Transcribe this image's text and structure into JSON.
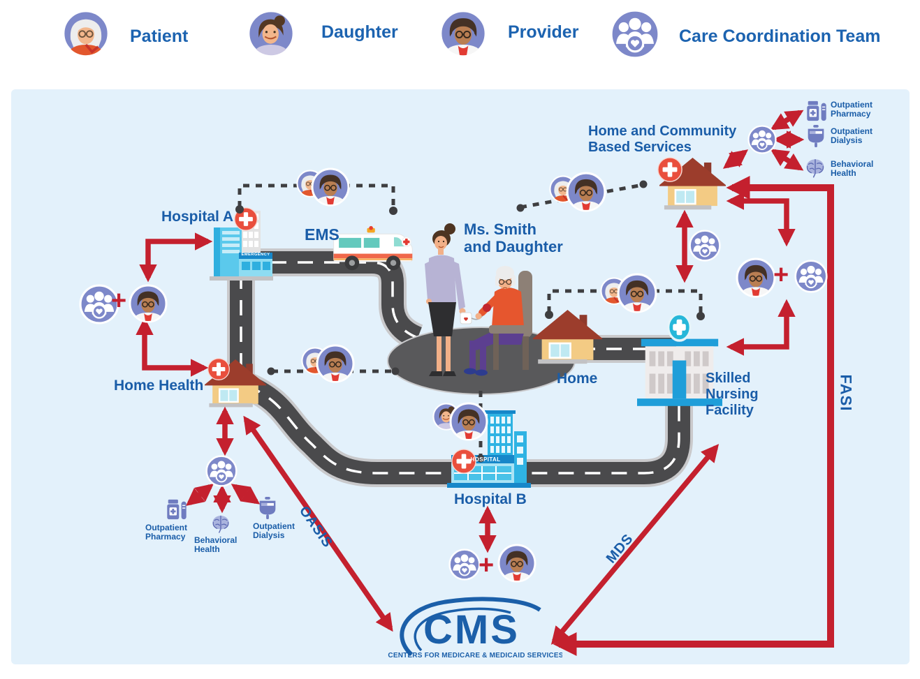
{
  "legend": {
    "items": [
      {
        "id": "patient",
        "label": "Patient"
      },
      {
        "id": "daughter",
        "label": "Daughter"
      },
      {
        "id": "provider",
        "label": "Provider"
      },
      {
        "id": "care_team",
        "label": "Care Coordination Team"
      }
    ]
  },
  "locations": {
    "hospital_a": {
      "label": "Hospital A",
      "sign": "EMERGENCY"
    },
    "ems": {
      "label": "EMS"
    },
    "patient_scene": {
      "line1": "Ms. Smith",
      "line2": "and Daughter"
    },
    "hcbs": {
      "line1": "Home and Community",
      "line2": "Based Services"
    },
    "home": {
      "label": "Home"
    },
    "snf": {
      "line1": "Skilled",
      "line2": "Nursing",
      "line3": "Facility"
    },
    "home_health": {
      "label": "Home Health"
    },
    "hospital_b": {
      "label": "Hospital B",
      "sign": "HOSPITAL"
    }
  },
  "services": {
    "top_right": [
      {
        "id": "outpatient-pharmacy",
        "line1": "Outpatient",
        "line2": "Pharmacy"
      },
      {
        "id": "outpatient-dialysis",
        "line1": "Outpatient",
        "line2": "Dialysis"
      },
      {
        "id": "behavioral-health",
        "line1": "Behavioral",
        "line2": "Health"
      }
    ],
    "bottom_left": [
      {
        "id": "outpatient-pharmacy",
        "line1": "Outpatient",
        "line2": "Pharmacy"
      },
      {
        "id": "behavioral-health",
        "line1": "Behavioral",
        "line2": "Health"
      },
      {
        "id": "outpatient-dialysis",
        "line1": "Outpatient",
        "line2": "Dialysis"
      }
    ]
  },
  "assessments": {
    "oasis": "OASIS",
    "mds": "MDS",
    "fasi": "FASI"
  },
  "cms_logo": {
    "acronym": "CMS",
    "tagline": "CENTERS FOR MEDICARE & MEDICAID SERVICES"
  },
  "symbols": {
    "plus": "+"
  },
  "colors": {
    "panel_bg": "#e3f1fb",
    "label_blue": "#1a5da8",
    "arrow_red": "#c4202e",
    "avatar_purple": "#7d88c9",
    "road_gray": "#4a4a4c",
    "connector_gray": "#3e3e40"
  }
}
